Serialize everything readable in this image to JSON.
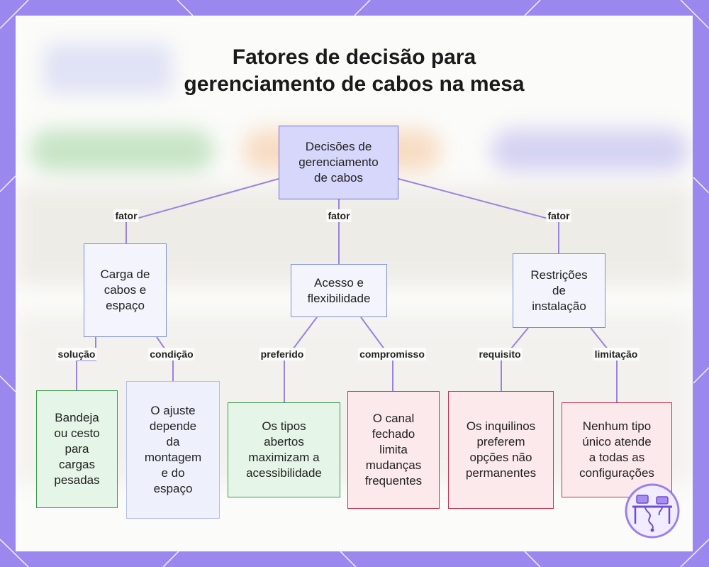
{
  "title": {
    "line1": "Fatores de decisão para",
    "line2": "gerenciamento de cabos na mesa"
  },
  "nodes": {
    "root": [
      "Decisões de",
      "gerenciamento",
      "de cabos"
    ],
    "factor1": [
      "Carga de",
      "cabos e",
      "espaço"
    ],
    "factor2": [
      "Acesso e",
      "flexibilidade"
    ],
    "factor3": [
      "Restrições",
      "de",
      "instalação"
    ],
    "leaf1": [
      "Bandeja",
      "ou cesto",
      "para",
      "cargas",
      "pesadas"
    ],
    "leaf2": [
      "O ajuste",
      "depende",
      "da",
      "montagem",
      "e do",
      "espaço"
    ],
    "leaf3": [
      "Os tipos",
      "abertos",
      "maximizam a",
      "acessibilidade"
    ],
    "leaf4": [
      "O canal",
      "fechado",
      "limita",
      "mudanças",
      "frequentes"
    ],
    "leaf5": [
      "Os inquilinos",
      "preferem",
      "opções não",
      "permanentes"
    ],
    "leaf6": [
      "Nenhum tipo",
      "único atende",
      "a todas as",
      "configurações"
    ]
  },
  "edge_labels": {
    "factor1": "fator",
    "factor2": "fator",
    "factor3": "fator",
    "leaf1": "solução",
    "leaf2": "condição",
    "leaf3": "preferido",
    "leaf4": "compromisso",
    "leaf5": "requisito",
    "leaf6": "limitação"
  },
  "icons": {
    "logo": "desk-cable-icon"
  },
  "colors": {
    "frame": "#9b88ee",
    "edge": "#9a82e0",
    "root_fill": "#d6d7fb",
    "solution_border": "#3a9c4a",
    "constraint_border": "#c8334d"
  }
}
